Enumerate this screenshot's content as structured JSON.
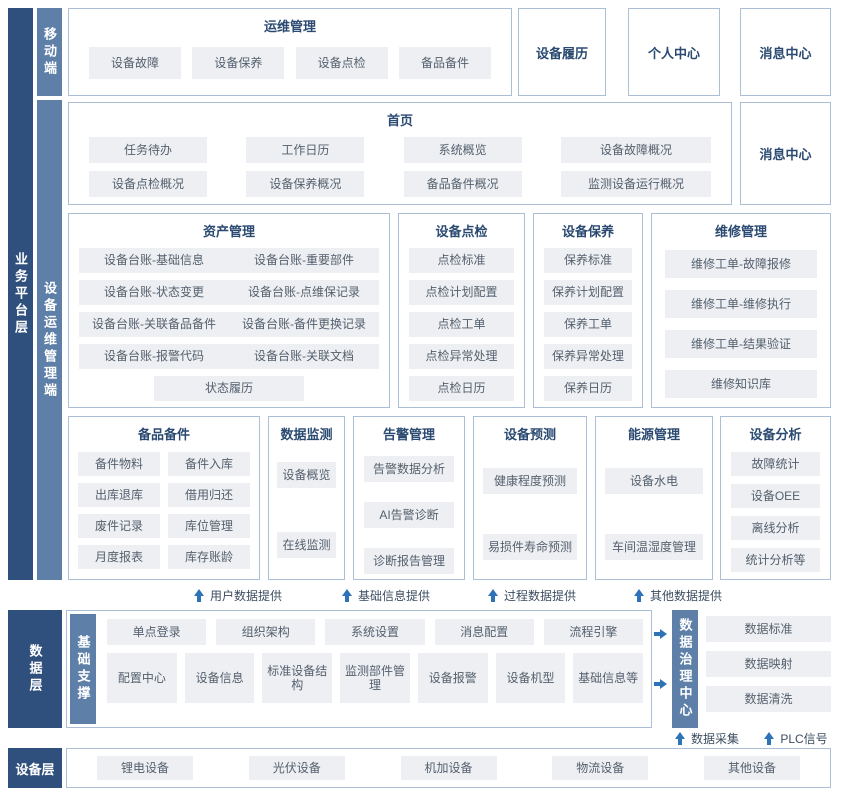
{
  "colors": {
    "layer_dark": "#2f4f7c",
    "layer_medium": "#5e80a8",
    "panel_border": "#aabfd6",
    "chip_bg": "#edeff2",
    "title_text": "#2b4a71",
    "arrow_blue": "#2e72b8"
  },
  "mobile": {
    "label": "移动端",
    "ops": {
      "title": "运维管理",
      "items": [
        "设备故障",
        "设备保养",
        "设备点检",
        "备品备件"
      ]
    },
    "standalone": [
      "设备履历",
      "个人中心",
      "消息中心"
    ]
  },
  "platform": {
    "outer_label": "业务平台层",
    "inner_label": "设备运维管理端",
    "home": {
      "title": "首页",
      "items": [
        "任务待办",
        "工作日历",
        "系统概览",
        "设备故障概况",
        "设备点检概况",
        "设备保养概况",
        "备品备件概况",
        "监测设备运行概况"
      ]
    },
    "message_center": "消息中心",
    "asset": {
      "title": "资产管理",
      "items": [
        "设备台账-基础信息",
        "设备台账-重要部件",
        "设备台账-状态变更",
        "设备台账-点维保记录",
        "设备台账-关联备品备件",
        "设备台账-备件更换记录",
        "设备台账-报警代码",
        "设备台账-关联文档",
        "状态履历"
      ]
    },
    "spot_check": {
      "title": "设备点检",
      "items": [
        "点检标准",
        "点检计划配置",
        "点检工单",
        "点检异常处理",
        "点检日历"
      ]
    },
    "upkeep": {
      "title": "设备保养",
      "items": [
        "保养标准",
        "保养计划配置",
        "保养工单",
        "保养异常处理",
        "保养日历"
      ]
    },
    "repair": {
      "title": "维修管理",
      "items": [
        "维修工单-故障报修",
        "维修工单-维修执行",
        "维修工单-结果验证",
        "维修知识库"
      ]
    },
    "spare": {
      "title": "备品备件",
      "items": [
        "备件物料",
        "备件入库",
        "出库退库",
        "借用归还",
        "废件记录",
        "库位管理",
        "月度报表",
        "库存账龄"
      ]
    },
    "monitor": {
      "title": "数据监测",
      "items": [
        "设备概览",
        "在线监测"
      ]
    },
    "alarm": {
      "title": "告警管理",
      "items": [
        "告警数据分析",
        "AI告警诊断",
        "诊断报告管理"
      ]
    },
    "predict": {
      "title": "设备预测",
      "items": [
        "健康程度预测",
        "易损件寿命预测"
      ]
    },
    "energy": {
      "title": "能源管理",
      "items": [
        "设备水电",
        "车间温湿度管理"
      ]
    },
    "analysis": {
      "title": "设备分析",
      "items": [
        "故障统计",
        "设备OEE",
        "离线分析",
        "统计分析等"
      ]
    }
  },
  "flow_arrows": [
    "用户数据提供",
    "基础信息提供",
    "过程数据提供",
    "其他数据提供"
  ],
  "data_layer": {
    "label": "数据层",
    "support_label": "基础支撑",
    "row1": [
      "单点登录",
      "组织架构",
      "系统设置",
      "消息配置",
      "流程引擎"
    ],
    "row2": [
      "配置中心",
      "设备信息",
      "标准设备结构",
      "监测部件管理",
      "设备报警",
      "设备机型",
      "基础信息等"
    ],
    "governance": {
      "label": "数据治理中心",
      "items": [
        "数据标准",
        "数据映射",
        "数据清洗"
      ]
    },
    "bottom_arrows": [
      "数据采集",
      "PLC信号"
    ]
  },
  "device_layer": {
    "label": "设备层",
    "items": [
      "锂电设备",
      "光伏设备",
      "机加设备",
      "物流设备",
      "其他设备"
    ]
  }
}
